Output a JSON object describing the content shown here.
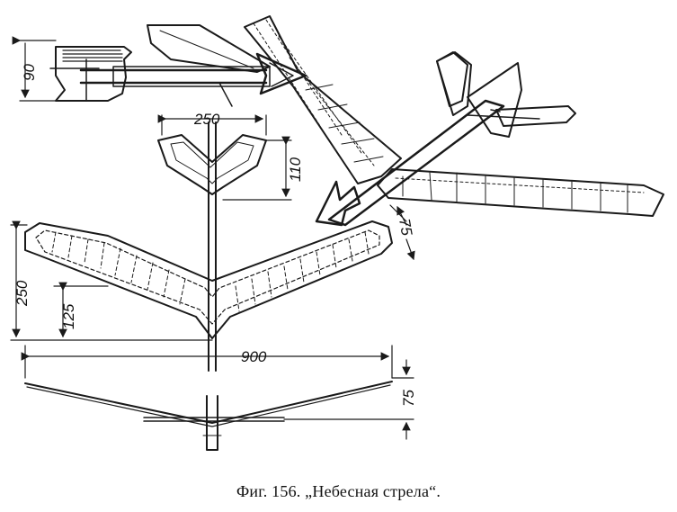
{
  "diagram": {
    "dimensions": {
      "tail_height": "90",
      "stabilizer_span": "250",
      "stabilizer_height": "110",
      "wing_height": "250",
      "wing_center_height": "125",
      "wingspan": "900",
      "wing_tip_chord": "75",
      "dihedral_rise": "75"
    }
  },
  "caption": {
    "text": "Фиг. 156. „Небесная стрела“."
  },
  "colors": {
    "ink": "#1a1a1a",
    "paper": "#ffffff"
  }
}
